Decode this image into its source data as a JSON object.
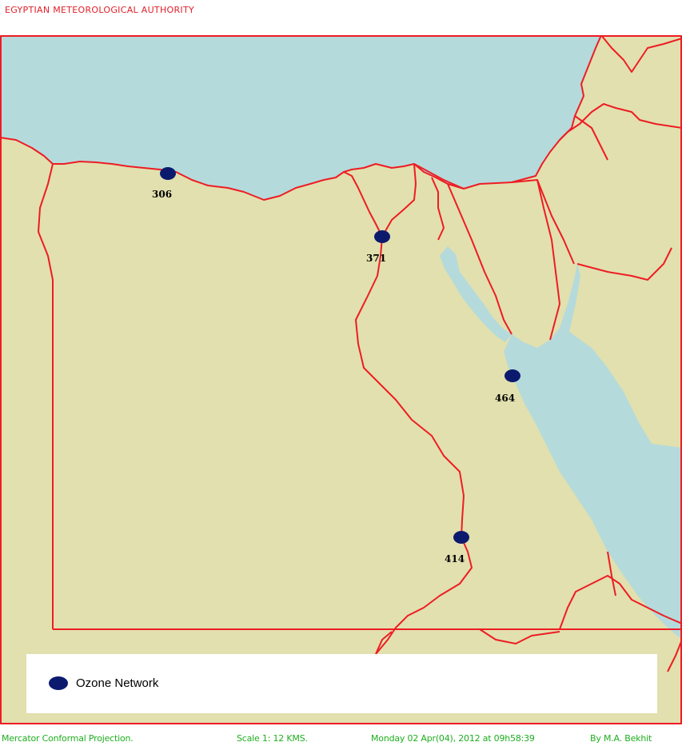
{
  "header": {
    "title": "EGYPTIAN METEOROLOGICAL AUTHORITY"
  },
  "map": {
    "colors": {
      "land": "#e1e0ae",
      "sea": "#b5dadb",
      "border": "#ee1c24",
      "station": "#0c1a6e"
    },
    "stations": [
      {
        "id": "306"
      },
      {
        "id": "371"
      },
      {
        "id": "464"
      },
      {
        "id": "414"
      }
    ]
  },
  "legend": {
    "items": [
      {
        "label": "Ozone Network",
        "color": "#0c1a6e"
      }
    ]
  },
  "footer": {
    "projection": "Mercator Conformal Projection.",
    "scale": "Scale 1: 12 KMS.",
    "timestamp": "Monday 02 Apr(04), 2012 at 09h58:39",
    "author": "By M.A. Bekhit"
  }
}
